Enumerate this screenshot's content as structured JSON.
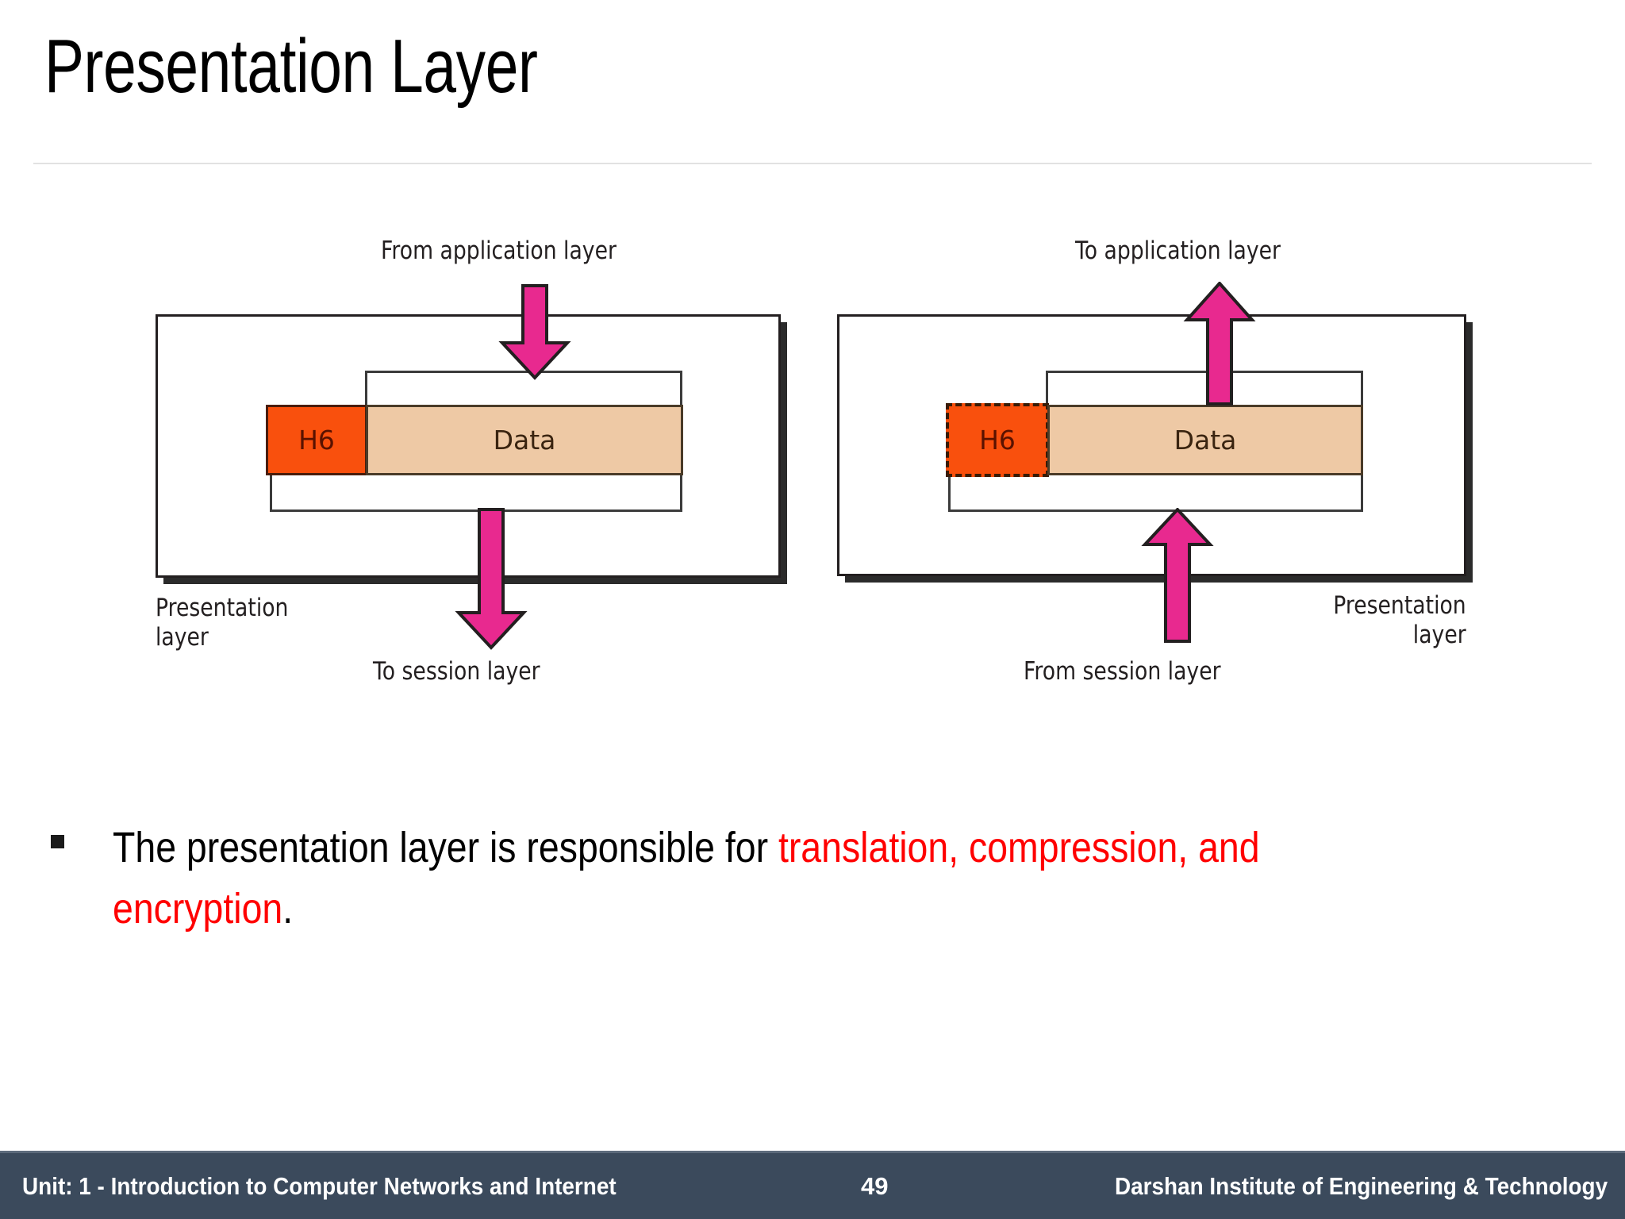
{
  "slide": {
    "title": "Presentation Layer"
  },
  "diagram": {
    "left": {
      "top_label": "From application layer",
      "bottom_label": "To session layer",
      "side_label_line1": "Presentation",
      "side_label_line2": "layer",
      "header_box": "H6",
      "data_box": "Data",
      "top_arrow_direction": "down",
      "bottom_arrow_direction": "down",
      "header_border_style": "solid"
    },
    "right": {
      "top_label": "To application layer",
      "bottom_label": "From session layer",
      "side_label_line1": "Presentation",
      "side_label_line2": "layer",
      "header_box": "H6",
      "data_box": "Data",
      "top_arrow_direction": "up",
      "bottom_arrow_direction": "up",
      "header_border_style": "dashed"
    }
  },
  "bullet": {
    "plain_before": "The presentation layer is responsible for ",
    "highlight": "translation, compression, and encryption",
    "plain_after": "."
  },
  "footer": {
    "unit": "Unit: 1 - Introduction to Computer Networks and Internet",
    "page": "49",
    "institute": "Darshan Institute of Engineering & Technology"
  },
  "colors": {
    "highlight": "#ff0000",
    "footer_bg": "#3b4a5c",
    "header_orange": "#f9500d",
    "data_tan": "#eec9a5",
    "arrow_pink": "#e8298f"
  }
}
